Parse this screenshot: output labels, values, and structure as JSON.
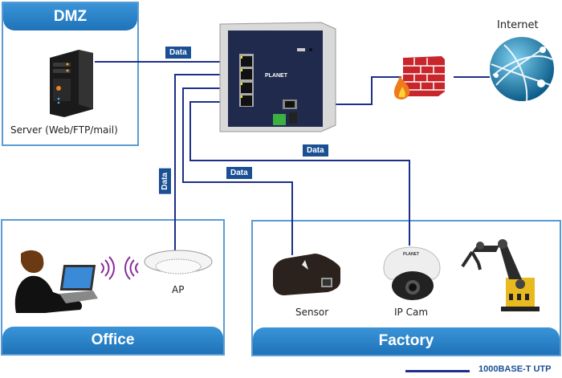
{
  "zones": {
    "dmz": {
      "title": "DMZ"
    },
    "office": {
      "title": "Office"
    },
    "factory": {
      "title": "Factory"
    }
  },
  "devices": {
    "server": {
      "label": "Server (Web/FTP/mail)",
      "icon": "server-icon"
    },
    "switch": {
      "brand": "PLANET",
      "icon": "switch-icon"
    },
    "firewall": {
      "icon": "firewall-icon"
    },
    "internet": {
      "label": "Internet",
      "icon": "globe-icon"
    },
    "ap": {
      "label": "AP",
      "icon": "access-point-icon"
    },
    "user": {
      "icon": "user-laptop-icon"
    },
    "sensor": {
      "label": "Sensor",
      "icon": "sensor-icon"
    },
    "ipcam": {
      "label": "IP Cam",
      "brand": "PLANET",
      "icon": "ip-camera-icon"
    },
    "robot": {
      "icon": "robot-arm-icon"
    }
  },
  "links": {
    "server": {
      "tag": "Data"
    },
    "ap": {
      "tag": "Data"
    },
    "sensor": {
      "tag": "Data"
    },
    "ipcam": {
      "tag": "Data"
    }
  },
  "legend": {
    "label": "1000BASE-T UTP",
    "color": "#1e2f8a"
  }
}
